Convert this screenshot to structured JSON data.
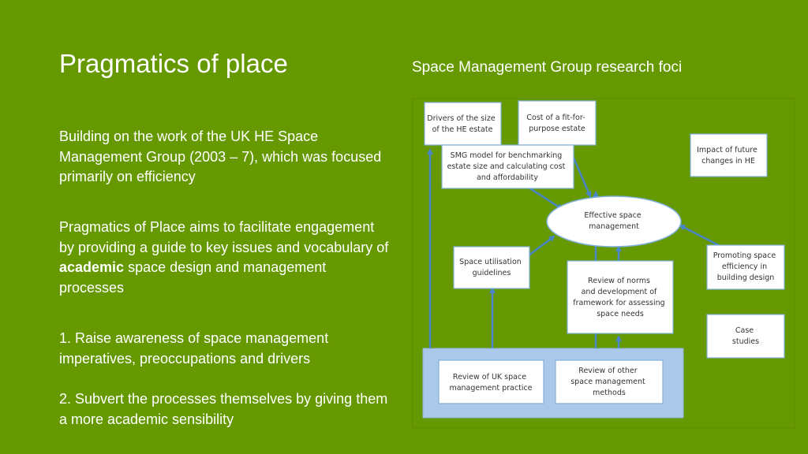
{
  "slide": {
    "title": "Pragmatics of place",
    "paragraph1": "Building on the work of the UK HE Space Management Group (2003 – 7), which was focused primarily on efficiency",
    "paragraph2": {
      "before": "Pragmatics of Place aims to facilitate engagement by providing a guide to key issues and vocabulary of ",
      "emphasis": "academic",
      "after": " space design and management processes"
    },
    "point1": "1. Raise awareness of space management imperatives, preoccupations and drivers",
    "point2": "2. Subvert the processes themselves by giving them a more academic sensibility"
  },
  "diagram": {
    "caption": "Space Management Group research foci",
    "nodes": {
      "drivers": [
        "Drivers of the size",
        "of the HE estate"
      ],
      "cost": [
        "Cost of a fit-for-",
        "purpose estate"
      ],
      "smg_model": [
        "SMG model for benchmarking",
        "estate size and calculating cost",
        "and affordability"
      ],
      "impact": [
        "Impact of future",
        "changes in HE"
      ],
      "effective": [
        "Effective space",
        "management"
      ],
      "utilisation": [
        "Space utilisation",
        "guidelines"
      ],
      "review_norms": [
        "Review of norms",
        "and development of",
        "framework for assessing",
        "space needs"
      ],
      "promoting": [
        "Promoting space",
        "efficiency in",
        "building design"
      ],
      "case_studies": [
        "Case",
        "studies"
      ],
      "review_uk": [
        "Review of UK space",
        "management practice"
      ],
      "review_other": [
        "Review of other",
        "space management",
        "methods"
      ]
    },
    "colors": {
      "panel": "#669900",
      "box_fill": "#ffffff",
      "box_border": "#7fb0d8",
      "arrow": "#4a86c8",
      "bottom_band": "#a9c8ea"
    }
  }
}
